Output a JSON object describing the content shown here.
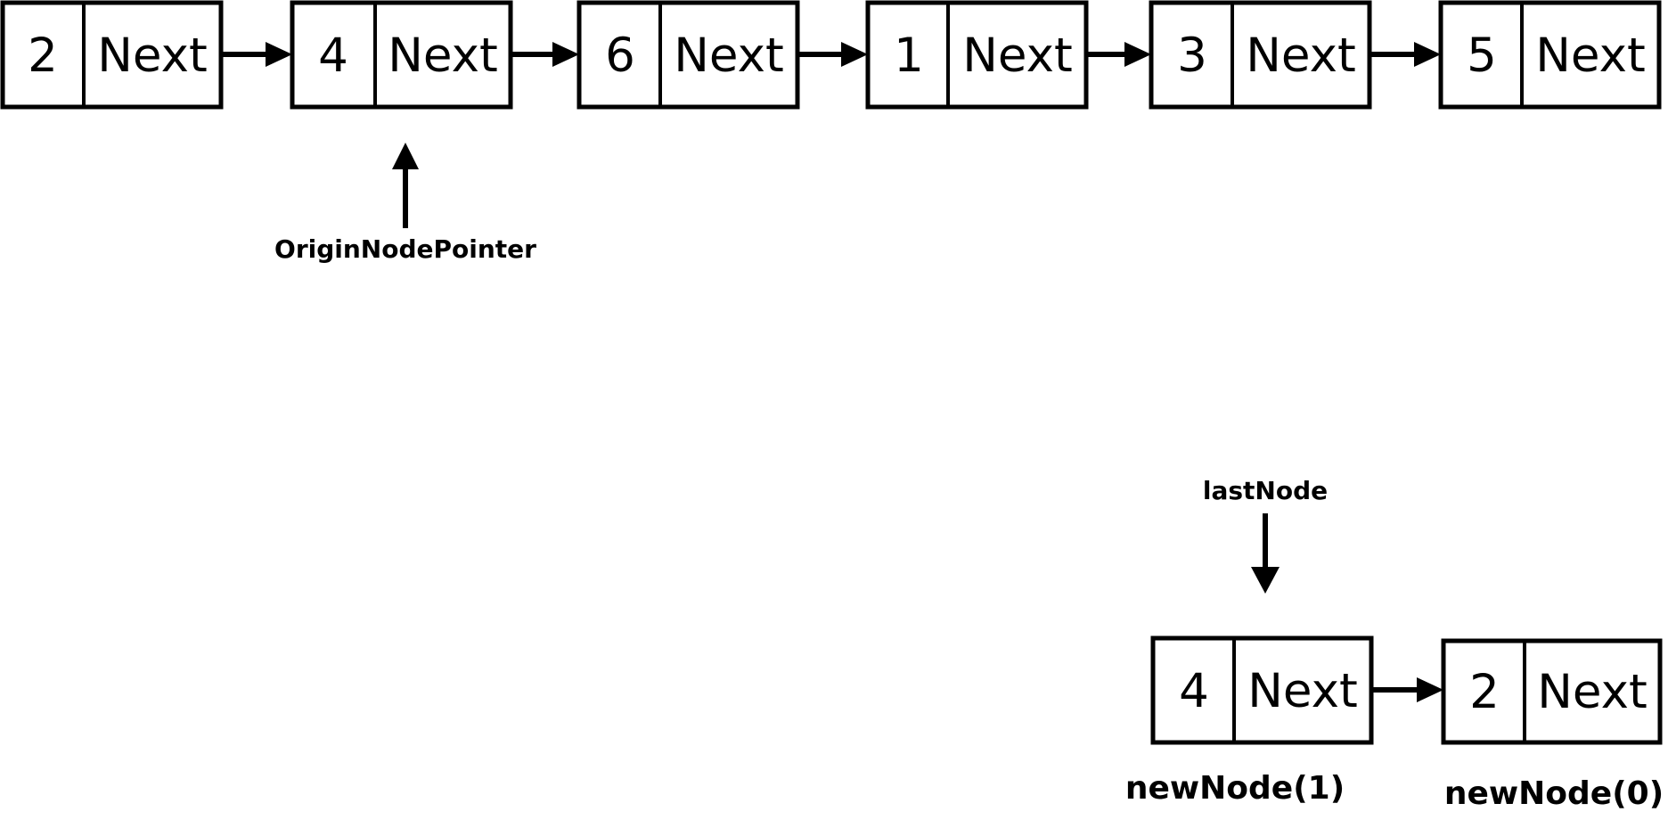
{
  "diagram": {
    "top_list": [
      {
        "value": "2",
        "next_label": "Next"
      },
      {
        "value": "4",
        "next_label": "Next"
      },
      {
        "value": "6",
        "next_label": "Next"
      },
      {
        "value": "1",
        "next_label": "Next"
      },
      {
        "value": "3",
        "next_label": "Next"
      },
      {
        "value": "5",
        "next_label": "Next"
      }
    ],
    "origin_pointer_label": "OriginNodePointer",
    "last_node_label": "lastNode",
    "new_nodes": [
      {
        "value": "4",
        "next_label": "Next",
        "caption": "newNode(1)"
      },
      {
        "value": "2",
        "next_label": "Next",
        "caption": "newNode(0)"
      }
    ]
  },
  "colors": {
    "stroke": "#000000",
    "background": "#ffffff"
  }
}
